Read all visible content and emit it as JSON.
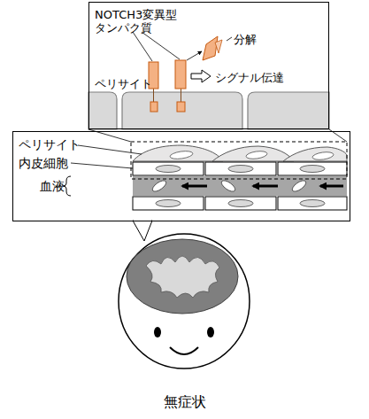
{
  "diagram": {
    "caption": "無症状",
    "nodes": [
      {
        "text": [
          "NOTCH3変異型 タンパク質",
          "分解",
          "シグナル伝達",
          "ペリサイト"
        ]
      },
      {
        "text": [
          "ペリサイト",
          "内皮細胞",
          "血液"
        ]
      }
    ]
  }
}
